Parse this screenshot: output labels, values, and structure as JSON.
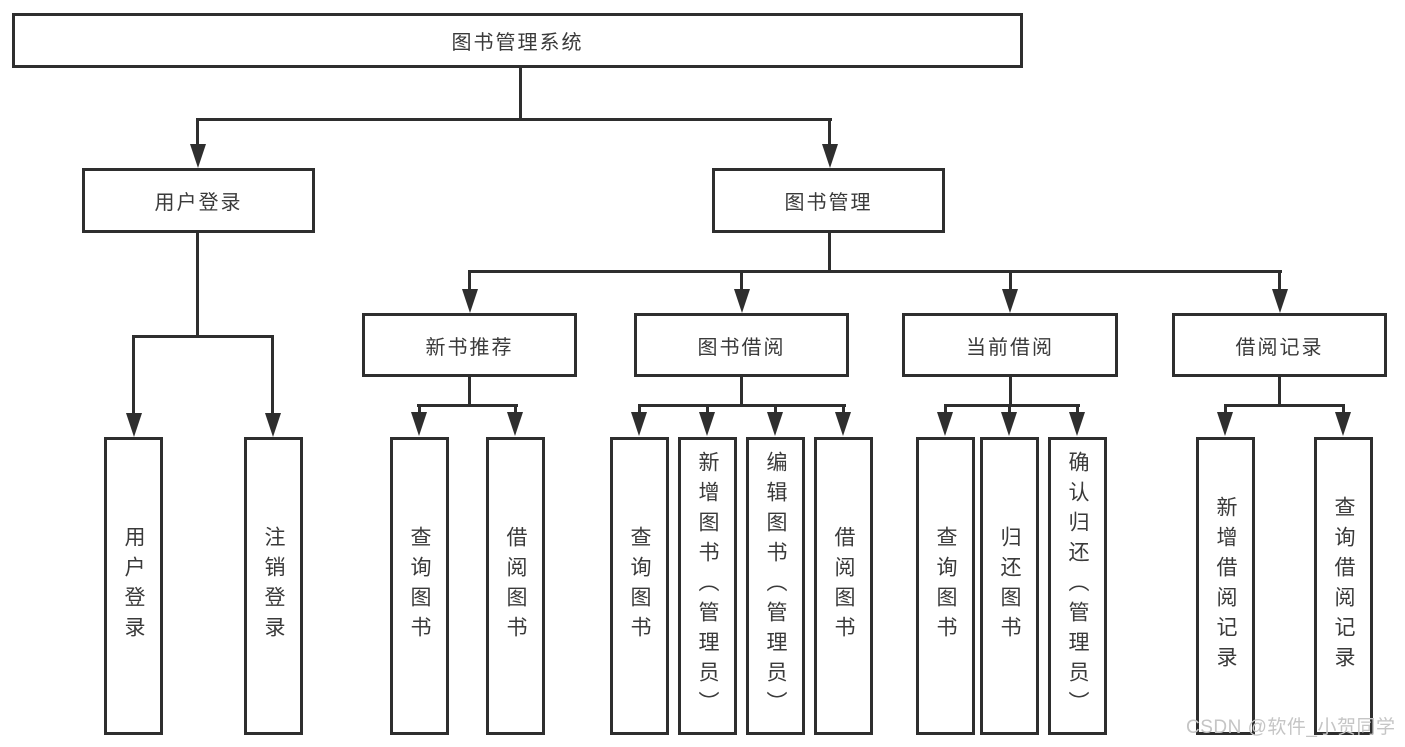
{
  "diagram_type": "hierarchy-tree",
  "watermark": {
    "text": "CSDN @软件_小贺同学"
  },
  "colors": {
    "line": "#2e2e2e",
    "text": "#3a3a3a",
    "background": "#ffffff",
    "watermark": "#c5c5c5"
  },
  "tree": {
    "label": "图书管理系统",
    "children": [
      {
        "label": "用户登录",
        "children": [
          {
            "label": "用户登录"
          },
          {
            "label": "注销登录"
          }
        ]
      },
      {
        "label": "图书管理",
        "children": [
          {
            "label": "新书推荐",
            "children": [
              {
                "label": "查询图书"
              },
              {
                "label": "借阅图书"
              }
            ]
          },
          {
            "label": "图书借阅",
            "children": [
              {
                "label": "查询图书"
              },
              {
                "label": "新增图书（管理员）"
              },
              {
                "label": "编辑图书（管理员）"
              },
              {
                "label": "借阅图书"
              }
            ]
          },
          {
            "label": "当前借阅",
            "children": [
              {
                "label": "查询图书"
              },
              {
                "label": "归还图书"
              },
              {
                "label": "确认归还（管理员）"
              }
            ]
          },
          {
            "label": "借阅记录",
            "children": [
              {
                "label": "新增借阅记录"
              },
              {
                "label": "查询借阅记录"
              }
            ]
          }
        ]
      }
    ]
  }
}
